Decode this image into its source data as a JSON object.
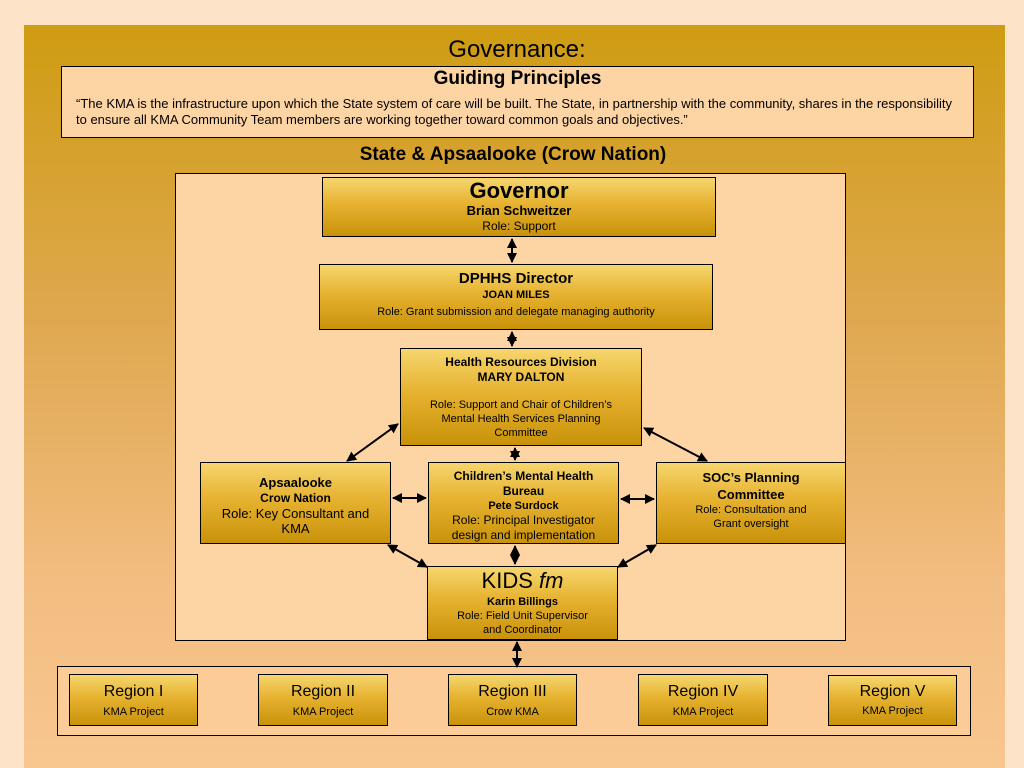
{
  "title": "Governance:",
  "principles": {
    "heading": "Guiding Principles",
    "text": "“The KMA is the infrastructure upon which the State system of care will be built. The State, in partnership with the community, shares in the responsibility to ensure all KMA Community Team members are working together toward common goals and objectives.”"
  },
  "subtitle": "State & Apsaalooke (Crow Nation)",
  "governor": {
    "title": "Governor",
    "name": "Brian Schweitzer",
    "role": "Role: Support"
  },
  "dphhs": {
    "title": "DPHHS Director",
    "name": "JOAN MILES",
    "role": "Role: Grant submission and delegate managing authority"
  },
  "hrd": {
    "title": "Health Resources Division",
    "name": "MARY DALTON",
    "role_line1": "Role: Support and Chair of Children’s",
    "role_line2": "Mental Health Services Planning",
    "role_line3": "Committee"
  },
  "apsaalooke": {
    "title": "Apsaalooke",
    "subtitle": "Crow Nation",
    "role_line1": "Role: Key Consultant and",
    "role_line2": "KMA"
  },
  "cmhb": {
    "title_line1": "Children’s Mental Health",
    "title_line2": "Bureau",
    "name": "Pete Surdock",
    "role_line1": "Role: Principal Investigator",
    "role_line2": "design and implementation"
  },
  "soc": {
    "title_line1": "SOC’s Planning",
    "title_line2": "Committee",
    "role_line1": "Role: Consultation and",
    "role_line2": "Grant oversight"
  },
  "kids": {
    "title": "KIDS",
    "title_italic": "fm",
    "name": "Karin Billings",
    "role_line1": "Role:  Field Unit Supervisor",
    "role_line2": "and Coordinator"
  },
  "regions": [
    {
      "name": "Region I",
      "sub": "KMA Project"
    },
    {
      "name": "Region II",
      "sub": "KMA Project"
    },
    {
      "name": "Region III",
      "sub": "Crow KMA"
    },
    {
      "name": "Region IV",
      "sub": "KMA Project"
    },
    {
      "name": "Region V",
      "sub": "KMA Project"
    }
  ]
}
